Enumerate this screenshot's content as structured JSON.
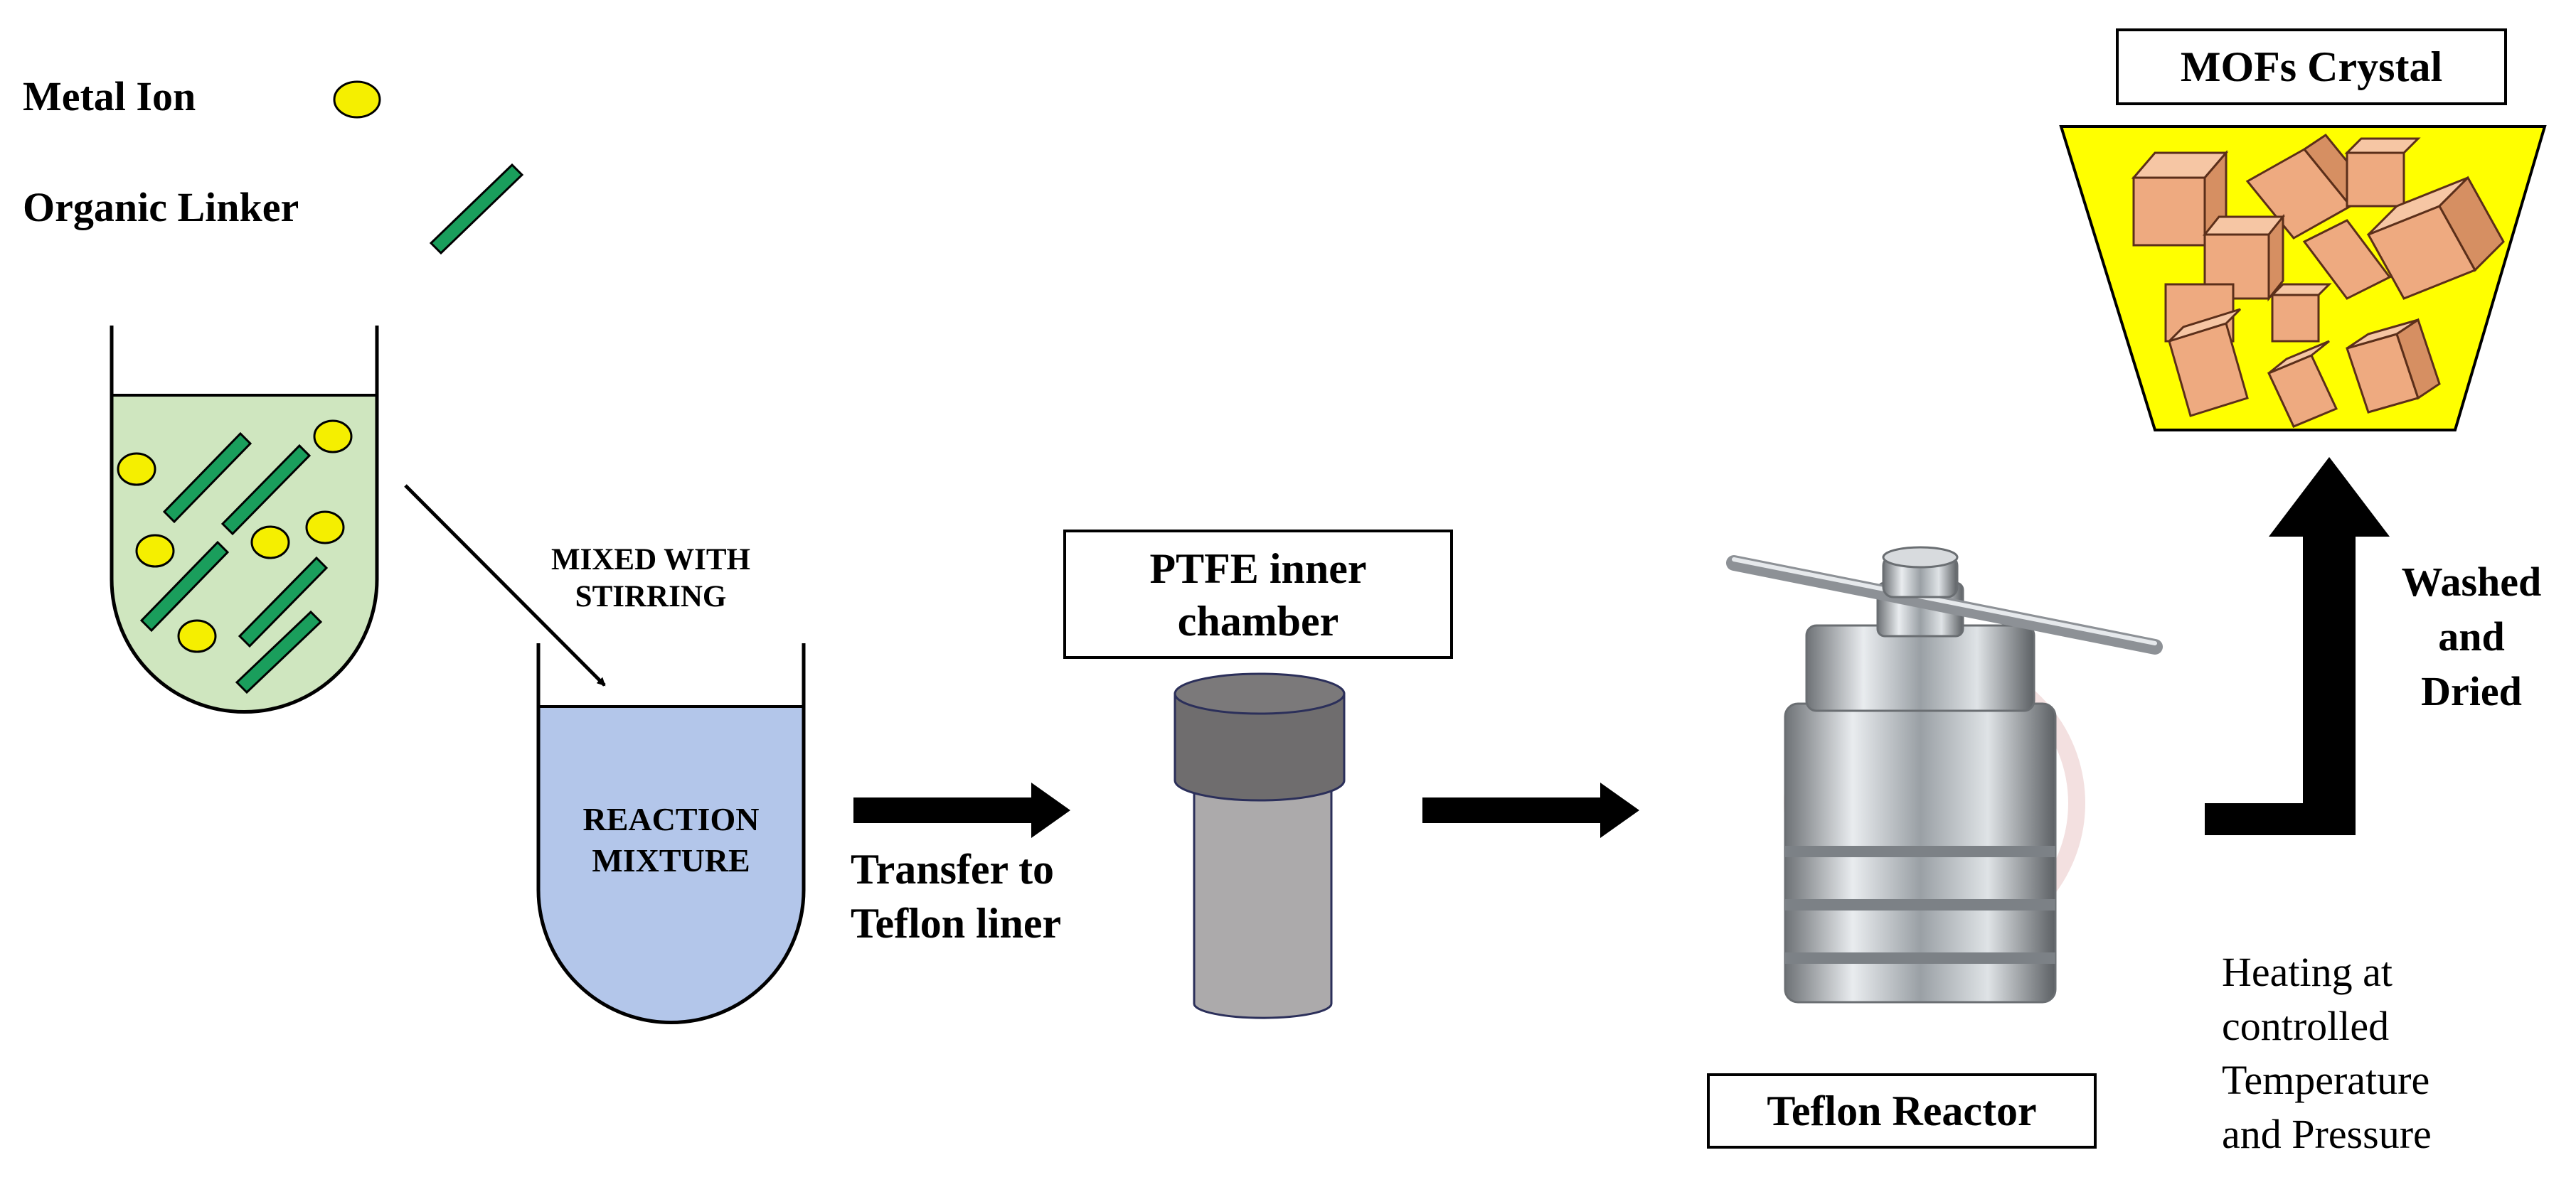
{
  "legend": {
    "metal_ion": "Metal Ion",
    "organic_linker": "Organic Linker"
  },
  "steps": {
    "mixed_line1": "MIXED WITH",
    "mixed_line2": "STIRRING",
    "reaction_line1": "REACTION",
    "reaction_line2": "MIXTURE",
    "transfer_line1": "Transfer to",
    "transfer_line2": "Teflon liner",
    "ptfe_line1": "PTFE inner",
    "ptfe_line2": "chamber",
    "reactor": "Teflon Reactor",
    "heating_line1": "Heating at",
    "heating_line2": "controlled",
    "heating_line3": "Temperature",
    "heating_line4": "and Pressure",
    "washed_line1": "Washed",
    "washed_line2": "and",
    "washed_line3": "Dried",
    "crystal": "MOFs Crystal"
  },
  "colors": {
    "metal_ion": "#f5ef00",
    "organic_linker": "#1a9e5c",
    "mixture_liquid": "#cfe6bf",
    "reaction_liquid": "#b3c6ea",
    "crystal_bin": "#ffff00",
    "crystal_cube": "#eeaa80",
    "ptfe_cap": "#6f6d6e",
    "ptfe_body": "#acaaab",
    "steel": "#b9bcbf"
  }
}
